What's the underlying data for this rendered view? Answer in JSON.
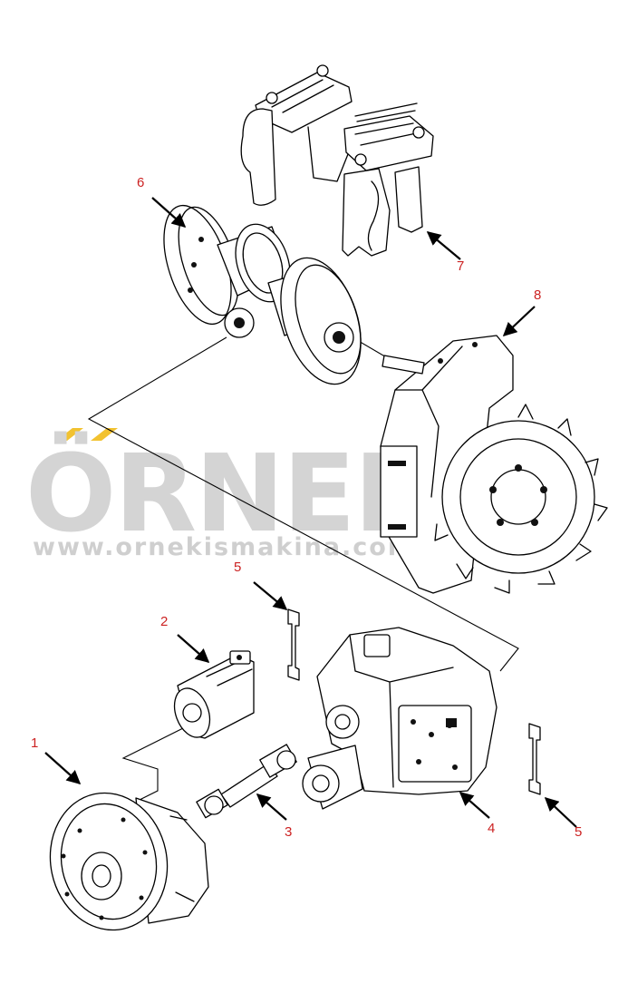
{
  "watermark": {
    "brand": "ÖRNEK",
    "url": "www.ornekismakina.com.tr",
    "accent_color": "#f2c230",
    "text_color": "#d4d4d4"
  },
  "parts": [
    {
      "number": "1",
      "icon": "torque-converter-icon"
    },
    {
      "number": "2",
      "icon": "hydraulic-pump-icon"
    },
    {
      "number": "3",
      "icon": "drive-shaft-icon"
    },
    {
      "number": "4",
      "icon": "transmission-icon"
    },
    {
      "number": "5",
      "icon": "shim-plate-icon"
    },
    {
      "number": "5",
      "icon": "shim-plate-icon"
    },
    {
      "number": "6",
      "icon": "steering-clutch-icon"
    },
    {
      "number": "7",
      "icon": "brake-linkage-icon"
    },
    {
      "number": "8",
      "icon": "final-drive-sprocket-icon"
    }
  ],
  "callout_color": "#cc2222"
}
